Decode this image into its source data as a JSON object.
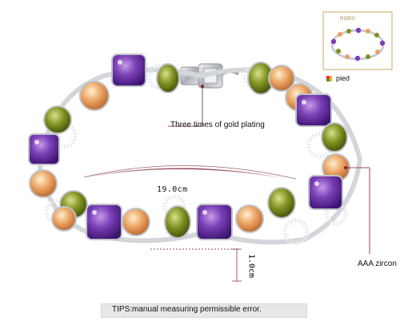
{
  "labels": {
    "plating": "Three times of gold plating",
    "zircon": "AAA zircon",
    "length": "19.0cm",
    "width": "1.0cm",
    "color_option": "pied",
    "tips": "TIPS:manual measuring permissible error.",
    "thumb_brand": "RORII"
  },
  "colors": {
    "amethyst": "#7b3fb6",
    "champagne": "#e8a062",
    "peridot": "#7f8f1f",
    "silver": "#c9ccd2",
    "callout_line": "#7a1a2a",
    "tips_bg": "#e7e7e7"
  }
}
